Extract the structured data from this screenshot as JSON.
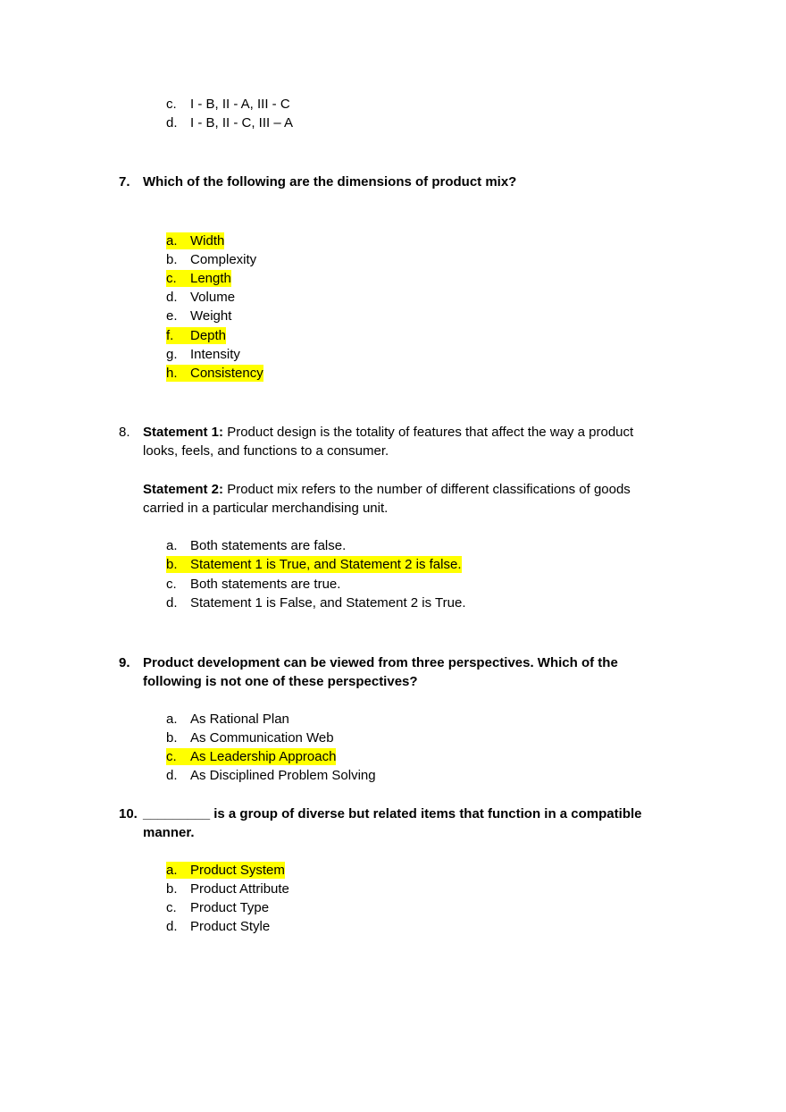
{
  "prev_question": {
    "options": [
      {
        "letter": "c.",
        "text": "I - B, II - A, III - C",
        "highlighted": false
      },
      {
        "letter": "d.",
        "text": "I - B, II - C, III – A",
        "highlighted": false
      }
    ]
  },
  "q7": {
    "number": "7.",
    "text": "Which of the following are the dimensions of product mix?",
    "options": [
      {
        "letter": "a.",
        "text": "Width",
        "highlighted": true
      },
      {
        "letter": "b.",
        "text": "Complexity",
        "highlighted": false
      },
      {
        "letter": "c.",
        "text": "Length",
        "highlighted": true
      },
      {
        "letter": "d.",
        "text": "Volume",
        "highlighted": false
      },
      {
        "letter": "e.",
        "text": "Weight",
        "highlighted": false
      },
      {
        "letter": "f.",
        "text": "Depth",
        "highlighted": true
      },
      {
        "letter": "g.",
        "text": "Intensity",
        "highlighted": false
      },
      {
        "letter": "h.",
        "text": "Consistency",
        "highlighted": true
      }
    ]
  },
  "q8": {
    "number": "8.",
    "statement1_label": "Statement 1:",
    "statement1_line1": " Product design is the totality of features that affect the way a product",
    "statement1_line2": "looks, feels, and functions to a consumer.",
    "statement2_label": "Statement 2:",
    "statement2_line1": " Product mix refers to the number of different classifications of goods",
    "statement2_line2": "carried in a particular merchandising unit.",
    "options": [
      {
        "letter": "a.",
        "text": "Both statements are false.",
        "highlighted": false
      },
      {
        "letter": "b.",
        "text": "Statement 1 is True, and Statement 2 is false.",
        "highlighted": true
      },
      {
        "letter": "c.",
        "text": "Both statements are true.",
        "highlighted": false
      },
      {
        "letter": "d.",
        "text": "Statement 1 is False, and Statement 2 is True.",
        "highlighted": false
      }
    ]
  },
  "q9": {
    "number": "9.",
    "text_line1": "Product development can be viewed from three perspectives. Which of the",
    "text_line2": "following is not one of these perspectives?",
    "options": [
      {
        "letter": "a.",
        "text": "As Rational Plan",
        "highlighted": false
      },
      {
        "letter": "b.",
        "text": "As Communication Web",
        "highlighted": false
      },
      {
        "letter": "c.",
        "text": "As Leadership Approach",
        "highlighted": true
      },
      {
        "letter": "d.",
        "text": "As Disciplined Problem Solving",
        "highlighted": false
      }
    ]
  },
  "q10": {
    "number": "10.",
    "text_line1": "_________ is a group of diverse but related items that function in a compatible",
    "text_line2": "manner.",
    "options": [
      {
        "letter": "a.",
        "text": "Product System",
        "highlighted": true
      },
      {
        "letter": "b.",
        "text": "Product Attribute",
        "highlighted": false
      },
      {
        "letter": "c.",
        "text": "Product Type",
        "highlighted": false
      },
      {
        "letter": "d.",
        "text": "Product Style",
        "highlighted": false
      }
    ]
  },
  "colors": {
    "highlight": "#ffff00",
    "text": "#000000",
    "background": "#ffffff"
  }
}
